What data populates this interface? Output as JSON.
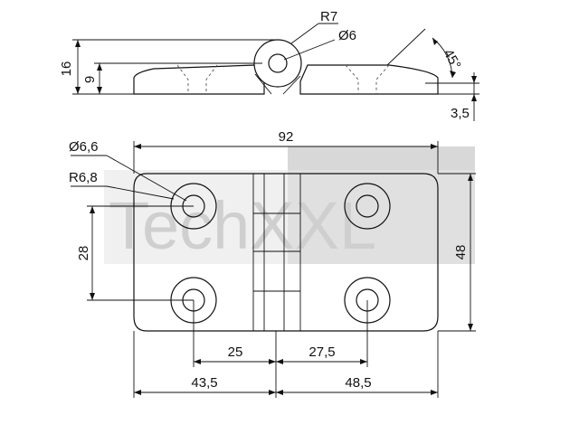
{
  "drawing": {
    "watermark": "TechXXL",
    "colors": {
      "line": "#111111",
      "watermark_box": "#d8d8d8",
      "watermark_text": "#cfcfcf",
      "background": "#ffffff"
    },
    "side_view": {
      "dim_radius": "R7",
      "dim_pin_diameter": "Ø6",
      "dim_total_height": "16",
      "dim_leaf_height": "9",
      "dim_angle": "45°",
      "dim_thickness": "3,5"
    },
    "top_view": {
      "dim_hole_diameter": "Ø6,6",
      "dim_countersink_radius": "R6,8",
      "dim_total_width": "92",
      "dim_total_height": "48",
      "dim_hole_spacing_vertical": "28",
      "dim_left_hole_offset": "25",
      "dim_right_hole_offset": "27,5",
      "dim_left_leaf_width": "43,5",
      "dim_right_leaf_width": "48,5"
    }
  }
}
